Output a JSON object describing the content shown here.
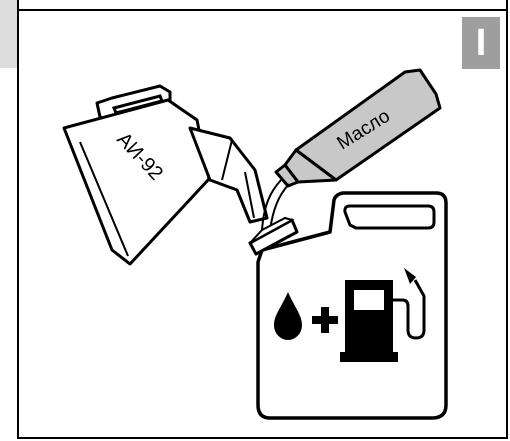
{
  "section": {
    "label": "I"
  },
  "illustration": {
    "petrol_can_label": "АИ-92",
    "oil_bottle_label": "Масло"
  },
  "icons": [
    "oil-drop-icon",
    "plus-icon",
    "fuel-pump-icon"
  ],
  "colors": {
    "badge": "#9e9e9e",
    "tab": "#dcdcdc",
    "bottle": "#c8c8c8"
  }
}
